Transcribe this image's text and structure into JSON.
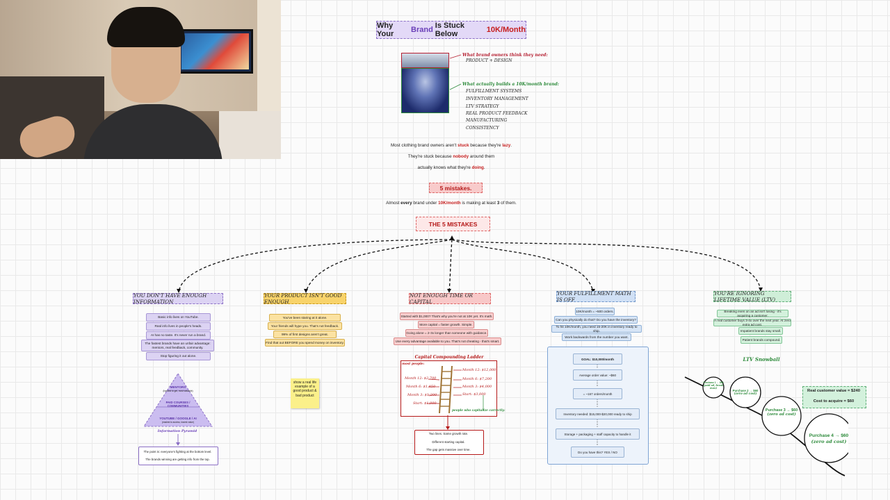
{
  "title": {
    "pre": "Why Your",
    "brand": "Brand",
    "mid": "Is Stuck Below",
    "amount": "10K/Month"
  },
  "iceberg": {
    "top_heading": "What brand owners think they need:",
    "top_items": [
      "PRODUCT + DESIGN"
    ],
    "bottom_heading": "What actually builds a 10K/month brand:",
    "bottom_items": [
      "FULFILLMENT SYSTEMS",
      "INVENTORY MANAGEMENT",
      "LTV STRATEGY",
      "REAL PRODUCT FEEDBACK",
      "MANUFACTURING",
      "CONSISTENCY"
    ]
  },
  "intro": {
    "line1": {
      "a": "Most clothing brand owners aren't ",
      "b": "stuck",
      "c": " because they're ",
      "d": "lazy",
      "e": "."
    },
    "line2": {
      "a": "They're stuck because ",
      "b": "nobody",
      "c": " around them"
    },
    "line3": {
      "a": "actually knows what they're ",
      "b": "doing",
      "c": "."
    },
    "mistakes_tag": "5 mistakes.",
    "line4": {
      "a": "Almost ",
      "b": "every",
      "c": " brand under ",
      "d": "10K/month",
      "e": " is making at least ",
      "f": "3",
      "g": " of them."
    }
  },
  "hub": "THE 5 MISTAKES",
  "columns": [
    {
      "label": "YOU DON'T HAVE ENOUGH INFORMATION",
      "color": "#dcd3f3",
      "border": "#8b6fc5"
    },
    {
      "label": "YOUR PRODUCT ISN'T GOOD ENOUGH",
      "color": "#f8d36b",
      "border": "#c79616"
    },
    {
      "label": "NOT ENOUGH TIME OR CAPITAL",
      "color": "#f8c8c8",
      "border": "#d66"
    },
    {
      "label": "YOUR FULFILLMENT MATH IS OFF",
      "color": "#d0e0f5",
      "border": "#6e95c9"
    },
    {
      "label": "YOU'RE IGNORING LIFETIME VALUE (LTV)",
      "color": "#cfeed8",
      "border": "#5fae77"
    }
  ],
  "info": {
    "chips": [
      "Basic info lives on YouTube.",
      "Real info lives in people's heads.",
      "AI has no taste. It's never run a brand.",
      "The fastest brands have an unfair advantage: mentors, real feedback, community.",
      "Stop figuring it out alone."
    ],
    "pyramid": {
      "top": "MENTORS",
      "top_sub": "(hardest to get, most valuable)",
      "mid": "PAID COURSES / COMMUNITIES",
      "bottom": "YOUTUBE / GOOGLE / AI",
      "bottom_sub": "(easiest to access, lowest value)",
      "caption": "Information Pyramid"
    },
    "point1": "The point is: everyone's fighting at the bottom level.",
    "point2": "The brands winning are getting info from the top."
  },
  "product": {
    "chips": [
      "You've been staring at it alone.",
      "Your friends will hype you. That's not feedback.",
      "99% of first designs aren't great.",
      "Find that out BEFORE you spend money on inventory."
    ],
    "sticky": "show a real life example of a good product & bad product"
  },
  "capital": {
    "chips": [
      "Started with $1,000? That's why you're not at 10K yet. It's math.",
      "More capital = faster growth. Simple.",
      "Going alone = 2-3x longer than someone with guidance.",
      "Use every advantage available to you. That's not cheating - that's smart."
    ],
    "ladder_title": "Capital Compounding Ladder",
    "left_label": "most people:",
    "left": [
      "Month 12: $2,700",
      "Month 6: $1,450",
      "Month 3: $1,200",
      "Start: $1,000"
    ],
    "right": [
      "Month 12: $12,000",
      "Month 6: $7,200",
      "Month 3: $4,000",
      "Start: $3,000"
    ],
    "right_label": "people who capitalize correctly:",
    "bottom1": "Two lines. Same growth rate.",
    "bottom2": "Different starting capital.",
    "bottom3": "The gap gets massive over time."
  },
  "fulfillment": {
    "chips": [
      "10K/month = ~500 orders.",
      "Can you physically do that? Do you have the inventory?",
      "To hit 10K/month, you need 15-20K in inventory ready to ship.",
      "Work backwards from the number you want."
    ],
    "flow": [
      "GOAL: $10,000/month",
      "Average order value: ~$60",
      "= ~167 orders/month",
      "Inventory needed: $15,000-$20,000 ready to ship",
      "Storage + packaging + staff capacity to handle it",
      "Do you have this? YES / NO"
    ]
  },
  "ltv": {
    "chips": [
      "Breaking even on an ad isn't losing - it's acquiring a customer.",
      "A real customer buys 3-4x over the next year. At zero extra ad cost.",
      "Impatient brands stay small.",
      "Patient brands compound."
    ],
    "snowball_title": "LTV Snowball",
    "balls": [
      {
        "a": "Purchase 1 → $60",
        "b": "(paid ad, break even)"
      },
      {
        "a": "Purchase 2 → $60",
        "b": "(zero ad cost)"
      },
      {
        "a": "Purchase 3 → $60",
        "b": "(zero ad cost)"
      },
      {
        "a": "Purchase 4 → $60",
        "b": "(zero ad cost)"
      }
    ],
    "value1": "Real customer value = $240",
    "value2": "Cost to acquire = $60"
  }
}
